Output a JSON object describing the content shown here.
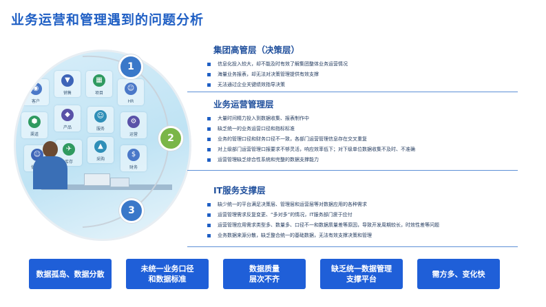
{
  "title": "业务运营和管理遇到的问题分析",
  "tiles": [
    {
      "label": "客户",
      "color": "#4a78c8",
      "glyph": "◉"
    },
    {
      "label": "销售",
      "color": "#3d64b8",
      "glyph": "▼"
    },
    {
      "label": "项目",
      "color": "#2f9a60",
      "glyph": "▦"
    },
    {
      "label": "HR",
      "color": "#4a78c8",
      "glyph": "☺"
    },
    {
      "label": "渠道",
      "color": "#2f9a60",
      "glyph": "⬢"
    },
    {
      "label": "产品",
      "color": "#5a52a8",
      "glyph": "◆"
    },
    {
      "label": "服务",
      "color": "#2f8fb8",
      "glyph": "☺"
    },
    {
      "label": "运营",
      "color": "#5a52a8",
      "glyph": "⚙"
    },
    {
      "label": "供应商",
      "color": "#3d64b8",
      "glyph": "☺"
    },
    {
      "label": "库存",
      "color": "#2f9a60",
      "glyph": "✈"
    },
    {
      "label": "采购",
      "color": "#2f8fb8",
      "glyph": "▲"
    },
    {
      "label": "财务",
      "color": "#4a78c8",
      "glyph": "$"
    }
  ],
  "numbers": [
    "1",
    "2",
    "3"
  ],
  "sections": [
    {
      "title": "集团高管层（决策层）",
      "items": [
        "信息化投入较大，却不能及时有效了解集团整体业务运营情况",
        "海量业务报表，却无法对决策管理提供有效支撑",
        "无法通过企业关键绩效指导决策"
      ]
    },
    {
      "title": "业务运营管理层",
      "items": [
        "大量时间精力投入到数据收集、报表制作中",
        "缺乏统一的业务运营口径和指标标准",
        "业务的管理口径和财务口径不一致，各部门运营管理信息存在交叉重复",
        "对上级部门运营管理口报要求不够灵活，响应效率低下；对下级单位数据收集不及时、不准确",
        "运营管理缺乏综合性系统和完整的数据支撑能力"
      ]
    },
    {
      "title": "IT服务支撑层",
      "items": [
        "缺少统一的平台满足决策层、管理层和运营层等对数据应用的各种需求",
        "运营管理需求反复变更、“多对多”的情况，IT服务部门疲于应付",
        "运营管理应用需求类型多、数量多、口径不一和数据质量差等原因，导致开发周期较长，时效性差等问题",
        "业务数据来源分散，缺乏整合统一的基础数据，无法有效支撑决策和管理"
      ]
    }
  ],
  "bottom_boxes": [
    "数据孤岛、数据分散",
    "未统一业务口径\n和数据标准",
    "数据质量\n层次不齐",
    "缺乏统一数据管理\n支撑平台",
    "需方多、变化快"
  ]
}
